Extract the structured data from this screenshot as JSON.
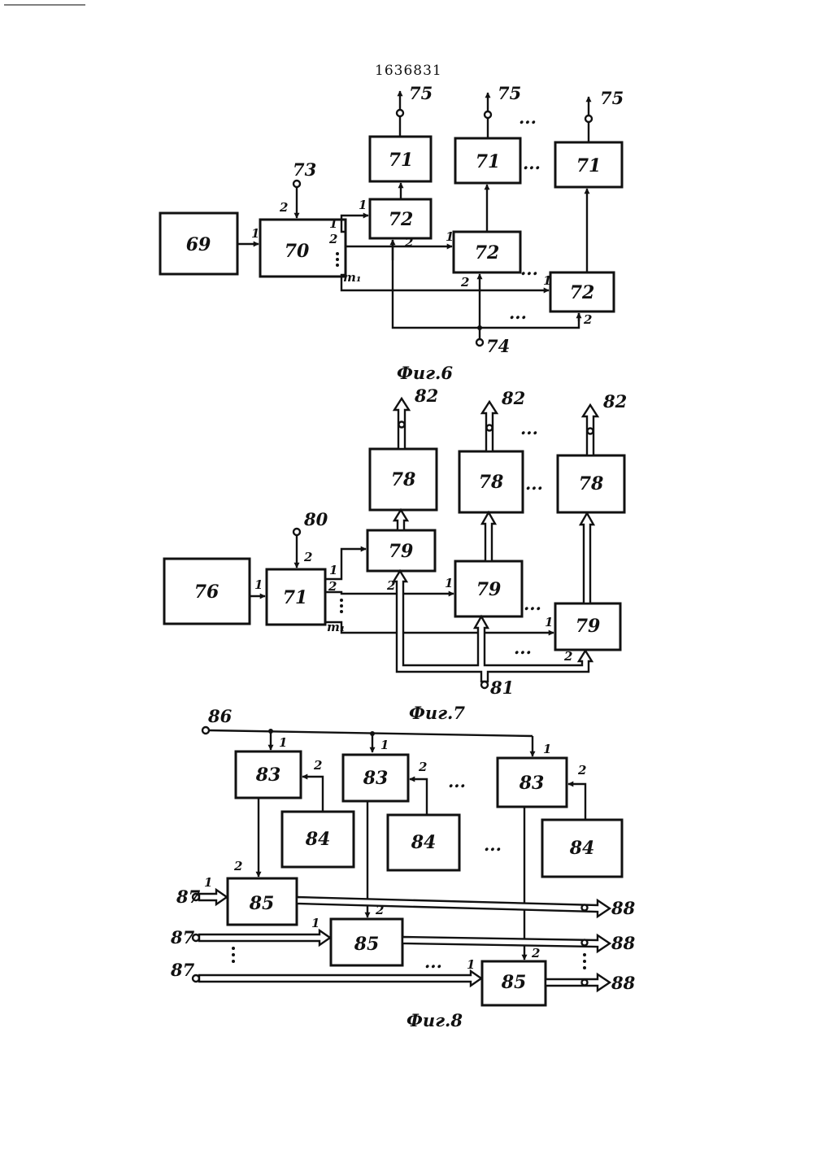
{
  "patent_number": "1636831",
  "fig6": {
    "caption": "Фиг.6",
    "blocks": {
      "b69": "69",
      "b70": "70",
      "b71": "71",
      "b72": "72"
    },
    "terminals": {
      "t73": "73",
      "t74": "74",
      "t75": "75"
    },
    "pins": {
      "p1": "1",
      "p2": "2",
      "pm": "m₁"
    },
    "ellipsis": "..."
  },
  "fig7": {
    "caption": "Фиг.7",
    "blocks": {
      "b76": "76",
      "b71": "71",
      "b78": "78",
      "b79": "79"
    },
    "terminals": {
      "t80": "80",
      "t81": "81",
      "t82": "82"
    },
    "pins": {
      "p1": "1",
      "p2": "2",
      "pm": "m₁"
    },
    "ellipsis": "..."
  },
  "fig8": {
    "caption": "Фиг.8",
    "blocks": {
      "b83": "83",
      "b84": "84",
      "b85": "85"
    },
    "terminals": {
      "t86": "86",
      "t87": "87",
      "t88": "88"
    },
    "pins": {
      "p1": "1",
      "p2": "2"
    },
    "ellipsis": "..."
  }
}
